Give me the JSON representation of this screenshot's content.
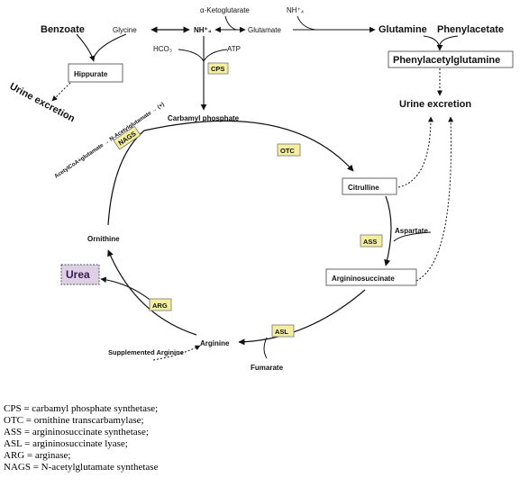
{
  "diagram": {
    "nodes": {
      "benzoate": "Benzoate",
      "glycine": "Glycine",
      "nh4_top": "NH⁺₄",
      "nh4_right": "NH⁺₄",
      "ketoglutarate": "α-Ketoglutarate",
      "glutamate": "Glutamate",
      "glutamine": "Glutamine",
      "phenylacetate": "Phenylacetate",
      "phenylacetylglutamine": "Phenylacetylglutamine",
      "hippurate": "Hippurate",
      "urine_excretion_left": "Urine excretion",
      "urine_excretion_right": "Urine excretion",
      "hco3": "HCO₃",
      "atp": "ATP",
      "carbamyl_phosphate": "Carbamyl phosphate",
      "acetyl_text": "AcetylCoA+glutamate → N-Acetylglutamate → (+)",
      "citrulline": "Citrulline",
      "aspartate": "Aspartate",
      "argininosuccinate": "Argininosuccinate",
      "ornithine": "Ornithine",
      "urea": "Urea",
      "arginine": "Arginine",
      "supplemented_arginine": "Supplemented Arginine",
      "fumarate": "Fumarate"
    },
    "enzymes": {
      "cps": "CPS",
      "nags": "NAGS",
      "otc": "OTC",
      "ass": "ASS",
      "asl": "ASL",
      "arg": "ARG"
    },
    "colors": {
      "enzyme_fill": "#f3eea0",
      "urea_fill": "#ddd0e4",
      "urea_text": "#3a1850"
    }
  },
  "legend": [
    "CPS = carbamyl phosphate synthetase;",
    "OTC = ornithine transcarbamylase;",
    "ASS = argininosuccinate synthetase;",
    "ASL = argininosuccinate lyase;",
    "ARG = arginase;",
    "NAGS = N-acetylglutamate synthetase"
  ]
}
